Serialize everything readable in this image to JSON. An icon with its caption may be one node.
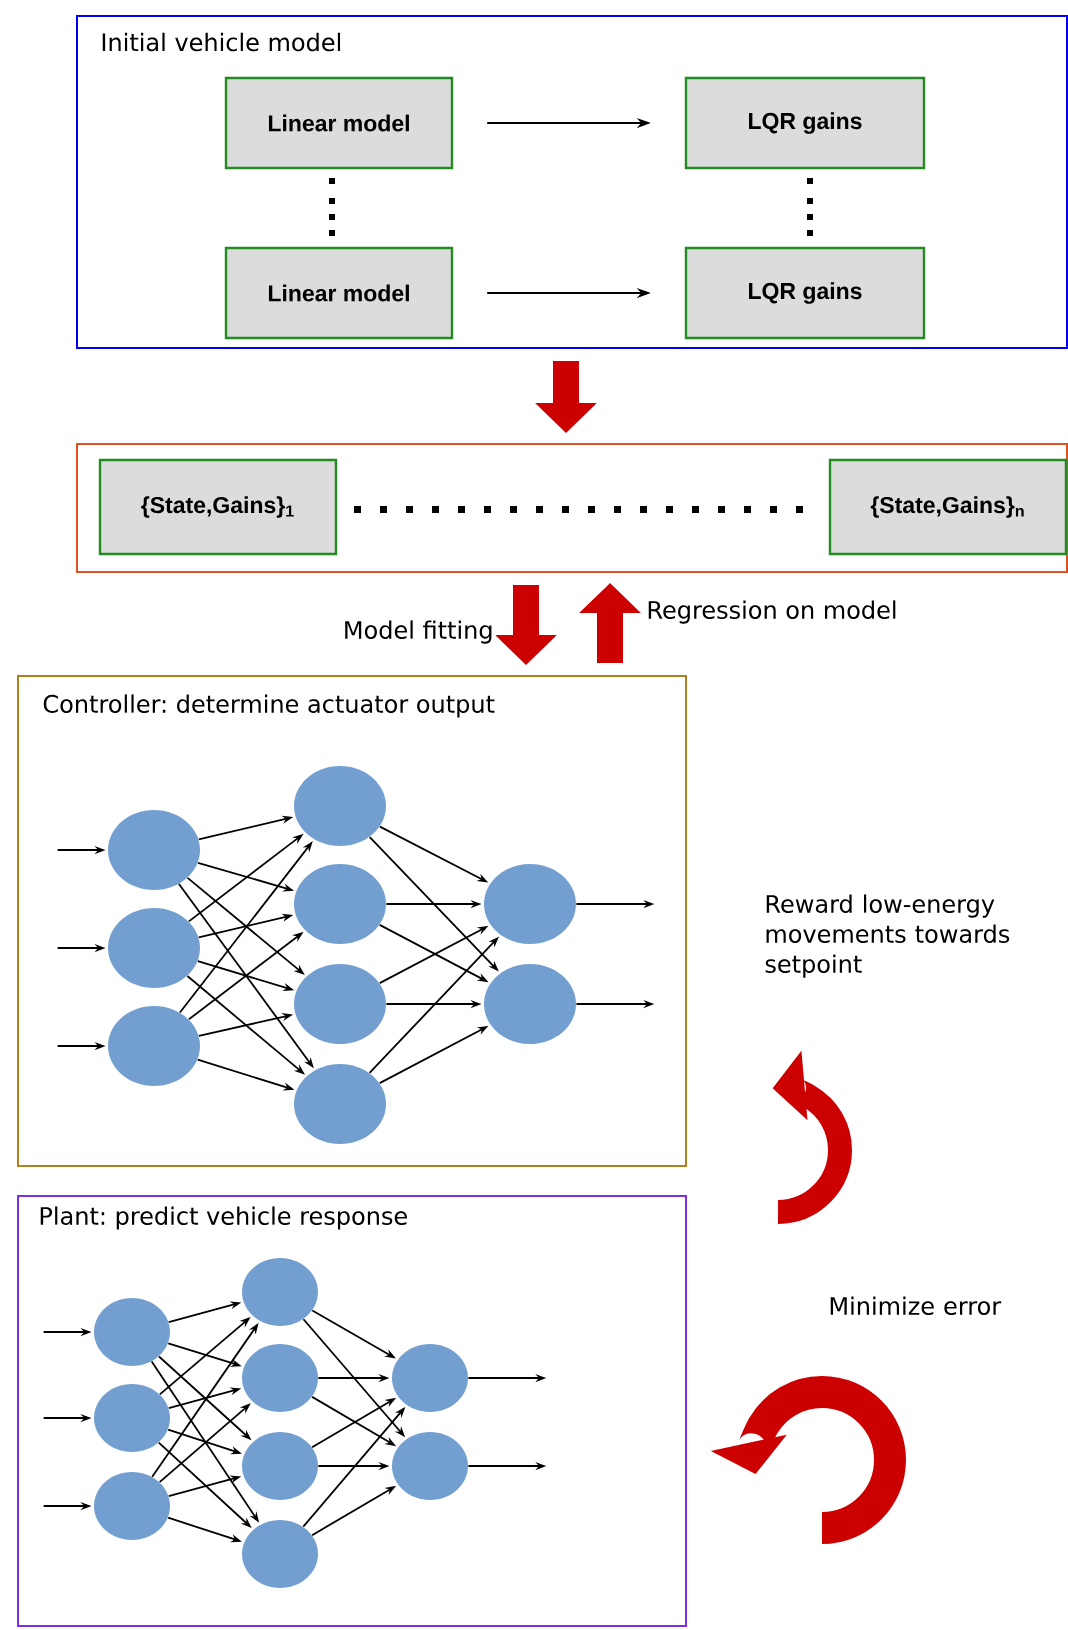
{
  "diagram": {
    "nodes": [
      {
        "text": [
          "Initial vehicle model"
        ]
      },
      {
        "text": [
          "Linear model"
        ],
        "in": 0
      },
      {
        "text": [
          "LQR gains"
        ],
        "in": 0
      },
      {
        "text": [
          "Linear model"
        ],
        "in": 0
      },
      {
        "text": [
          "LQR gains"
        ],
        "in": 0
      },
      {
        "text": [],
        "shape": "box"
      },
      {
        "text": [
          "{State,Gains}$_{1}$"
        ],
        "in": 5
      },
      {
        "text": [
          "{State,Gains}$_{n}$"
        ],
        "in": 5
      },
      {
        "text": [
          "Controller: determine actuator output"
        ]
      },
      {
        "text": [],
        "shape": "circle",
        "in": 8
      },
      {
        "text": [],
        "shape": "circle",
        "in": 8
      },
      {
        "text": [],
        "shape": "circle",
        "in": 8
      },
      {
        "text": [],
        "shape": "circle",
        "in": 8
      },
      {
        "text": [],
        "shape": "circle",
        "in": 8
      },
      {
        "text": [],
        "shape": "circle",
        "in": 8
      },
      {
        "text": [],
        "shape": "circle",
        "in": 8
      },
      {
        "text": [],
        "shape": "circle",
        "in": 8
      },
      {
        "text": [],
        "shape": "circle",
        "in": 8
      },
      {
        "text": [
          "Plant: predict vehicle response"
        ]
      },
      {
        "text": [],
        "shape": "circle",
        "in": 18
      },
      {
        "text": [],
        "shape": "circle",
        "in": 18
      },
      {
        "text": [],
        "shape": "circle",
        "in": 18
      },
      {
        "text": [],
        "shape": "circle",
        "in": 18
      },
      {
        "text": [],
        "shape": "circle",
        "in": 18
      },
      {
        "text": [],
        "shape": "circle",
        "in": 18
      },
      {
        "text": [],
        "shape": "circle",
        "in": 18
      },
      {
        "text": [],
        "shape": "circle",
        "in": 18
      },
      {
        "text": [],
        "shape": "circle",
        "in": 18
      }
    ],
    "edges": [
      {
        "from": 1,
        "to": 2,
        "arrow": "to"
      },
      {
        "from": 3,
        "to": 4,
        "arrow": "to"
      },
      {
        "from": 0,
        "to": 5,
        "arrow": "to",
        "style": "thick",
        "color": "#cc0000"
      },
      {
        "from": 5,
        "to": 8,
        "arrow": "to",
        "style": "thick",
        "color": "#cc0000",
        "label": "Model fitting"
      },
      {
        "from": 8,
        "to": 5,
        "arrow": "to",
        "style": "thick",
        "color": "#cc0000",
        "label": "Regression on model"
      },
      {
        "from": null,
        "to": 9,
        "arrow": "to"
      },
      {
        "from": null,
        "to": 10,
        "arrow": "to"
      },
      {
        "from": null,
        "to": 11,
        "arrow": "to"
      },
      {
        "from": 9,
        "to": 12,
        "arrow": "to"
      },
      {
        "from": 9,
        "to": 13,
        "arrow": "to"
      },
      {
        "from": 9,
        "to": 14,
        "arrow": "to"
      },
      {
        "from": 9,
        "to": 15,
        "arrow": "to"
      },
      {
        "from": 10,
        "to": 12,
        "arrow": "to"
      },
      {
        "from": 10,
        "to": 13,
        "arrow": "to"
      },
      {
        "from": 10,
        "to": 14,
        "arrow": "to"
      },
      {
        "from": 10,
        "to": 15,
        "arrow": "to"
      },
      {
        "from": 11,
        "to": 12,
        "arrow": "to"
      },
      {
        "from": 11,
        "to": 13,
        "arrow": "to"
      },
      {
        "from": 11,
        "to": 14,
        "arrow": "to"
      },
      {
        "from": 11,
        "to": 15,
        "arrow": "to"
      },
      {
        "from": 12,
        "to": 16,
        "arrow": "to"
      },
      {
        "from": 12,
        "to": 17,
        "arrow": "to"
      },
      {
        "from": 13,
        "to": 16,
        "arrow": "to"
      },
      {
        "from": 13,
        "to": 17,
        "arrow": "to"
      },
      {
        "from": 14,
        "to": 16,
        "arrow": "to"
      },
      {
        "from": 14,
        "to": 17,
        "arrow": "to"
      },
      {
        "from": 15,
        "to": 16,
        "arrow": "to"
      },
      {
        "from": 15,
        "to": 17,
        "arrow": "to"
      },
      {
        "from": 16,
        "to": null,
        "arrow": "to"
      },
      {
        "from": 17,
        "to": null,
        "arrow": "to"
      },
      {
        "from": null,
        "to": 19,
        "arrow": "to"
      },
      {
        "from": null,
        "to": 20,
        "arrow": "to"
      },
      {
        "from": null,
        "to": 21,
        "arrow": "to"
      },
      {
        "from": 19,
        "to": 22,
        "arrow": "to"
      },
      {
        "from": 19,
        "to": 23,
        "arrow": "to"
      },
      {
        "from": 19,
        "to": 24,
        "arrow": "to"
      },
      {
        "from": 19,
        "to": 25,
        "arrow": "to"
      },
      {
        "from": 20,
        "to": 22,
        "arrow": "to"
      },
      {
        "from": 20,
        "to": 23,
        "arrow": "to"
      },
      {
        "from": 20,
        "to": 24,
        "arrow": "to"
      },
      {
        "from": 20,
        "to": 25,
        "arrow": "to"
      },
      {
        "from": 21,
        "to": 22,
        "arrow": "to"
      },
      {
        "from": 21,
        "to": 23,
        "arrow": "to"
      },
      {
        "from": 21,
        "to": 24,
        "arrow": "to"
      },
      {
        "from": 21,
        "to": 25,
        "arrow": "to"
      },
      {
        "from": 22,
        "to": 26,
        "arrow": "to"
      },
      {
        "from": 22,
        "to": 27,
        "arrow": "to"
      },
      {
        "from": 23,
        "to": 26,
        "arrow": "to"
      },
      {
        "from": 23,
        "to": 27,
        "arrow": "to"
      },
      {
        "from": 24,
        "to": 26,
        "arrow": "to"
      },
      {
        "from": 24,
        "to": 27,
        "arrow": "to"
      },
      {
        "from": 25,
        "to": 26,
        "arrow": "to"
      },
      {
        "from": 25,
        "to": 27,
        "arrow": "to"
      },
      {
        "from": 26,
        "to": null,
        "arrow": "to"
      },
      {
        "from": 27,
        "to": null,
        "arrow": "to"
      }
    ],
    "labels": [
      "Reward low-energy movements towards setpoint",
      "Minimize error"
    ]
  }
}
